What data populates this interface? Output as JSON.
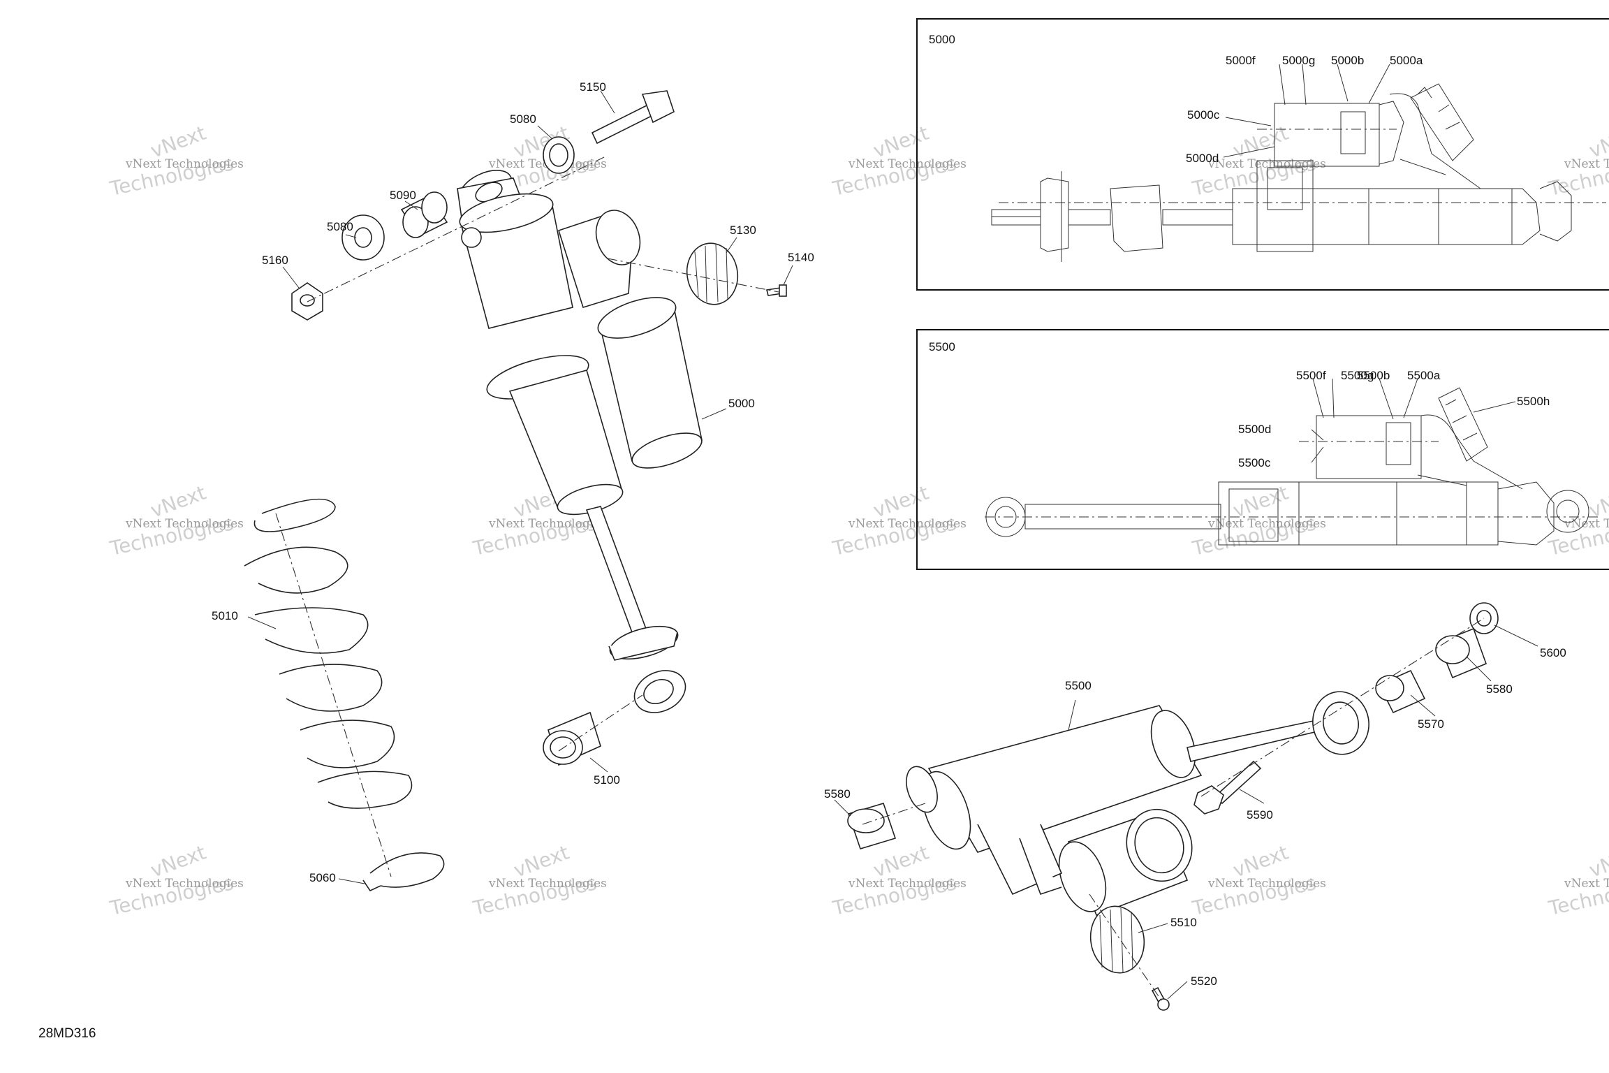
{
  "diagram_id": "28MD316",
  "parts": [
    "5150",
    "5080",
    "5090",
    "5080",
    "5160",
    "5130",
    "5140",
    "5000",
    "5010",
    "5060",
    "5100",
    "5500",
    "5580",
    "5590",
    "5600",
    "5580",
    "5570",
    "5510",
    "5520"
  ],
  "detail_5000": {
    "title": "5000",
    "callouts": [
      "5000f",
      "5000g",
      "5000b",
      "5000a",
      "5000c",
      "5000d"
    ]
  },
  "detail_5500": {
    "title": "5500",
    "callouts": [
      "5500f",
      "5500g",
      "5500b",
      "5500a",
      "5500h",
      "5500d",
      "5500c"
    ]
  },
  "watermark": {
    "line1": "vNext Technologies",
    "line2": "Technologies",
    "overlay": "vNext"
  }
}
